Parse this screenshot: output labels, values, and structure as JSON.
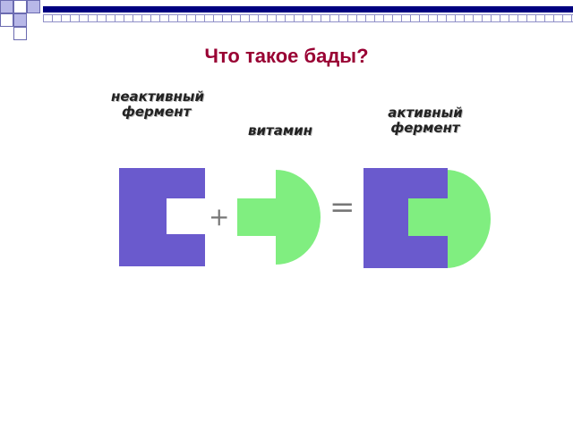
{
  "title": "Что такое бады?",
  "labels": {
    "inactive_enzyme": [
      "неактивный",
      "фермент"
    ],
    "vitamin": "витамин",
    "active_enzyme": [
      "активный",
      "фермент"
    ]
  },
  "operators": {
    "plus": "+",
    "equals": "="
  },
  "colors": {
    "title": "#990033",
    "enzyme": "#6a5acd",
    "vitamin": "#80ee80",
    "top_bar": "#000080",
    "square_fill": "#b8b8e8"
  }
}
